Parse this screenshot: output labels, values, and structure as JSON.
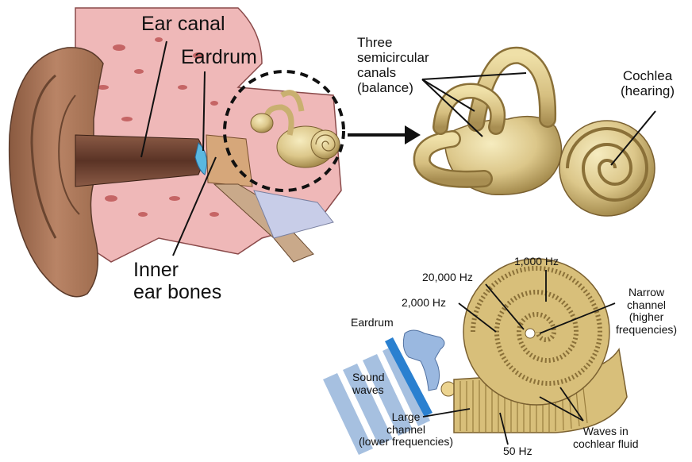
{
  "ear_labels": {
    "ear_canal": "Ear canal",
    "eardrum": "Eardrum",
    "inner_ear_bones": [
      "Inner",
      "ear bones"
    ]
  },
  "inner_ear_labels": {
    "semicircular_canals": [
      "Three",
      "semicircular",
      "canals",
      "(balance)"
    ],
    "cochlea": [
      "Cochlea",
      "(hearing)"
    ]
  },
  "cochlea_labels": {
    "eardrum": "Eardrum",
    "sound_waves": [
      "Sound",
      "waves"
    ],
    "hz_1000": "1,000 Hz",
    "hz_20000": "20,000 Hz",
    "hz_2000": "2,000 Hz",
    "hz_50": "50 Hz",
    "narrow_channel": [
      "Narrow",
      "channel",
      "(higher",
      "frequencies)"
    ],
    "large_channel": [
      "Large",
      "channel",
      "(lower frequencies)"
    ],
    "waves_in_fluid": [
      "Waves in",
      "cochlear fluid"
    ]
  },
  "colors": {
    "skin": "#a8775a",
    "tissue_pink": "#efb8b8",
    "bone_tan": "#dcc78a",
    "eardrum_blue": "#5ab8e0",
    "canal_brown": "#6b4030"
  }
}
